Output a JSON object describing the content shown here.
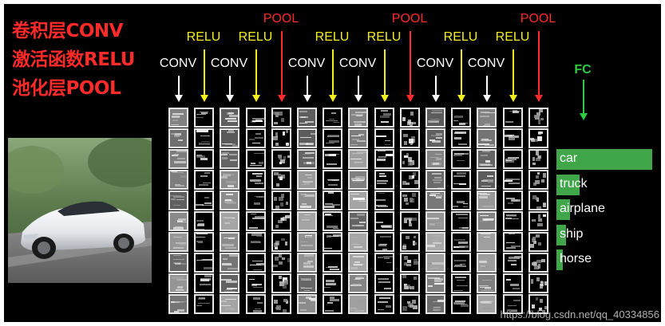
{
  "legend": {
    "conv": "卷积层CONV",
    "relu": "激活函数RELU",
    "pool": "池化层POOL"
  },
  "colors": {
    "conv": "#ffffff",
    "relu": "#f5ef1e",
    "pool": "#ff2a2a",
    "fc": "#2ecc40",
    "bar": "#3fa64a"
  },
  "input_image": "photo of a white sports car on a road",
  "layers": [
    {
      "label": "CONV",
      "type": "conv"
    },
    {
      "label": "RELU",
      "type": "relu"
    },
    {
      "label": "CONV",
      "type": "conv"
    },
    {
      "label": "RELU",
      "type": "relu"
    },
    {
      "label": "POOL",
      "type": "pool"
    },
    {
      "label": "CONV",
      "type": "conv"
    },
    {
      "label": "RELU",
      "type": "relu"
    },
    {
      "label": "CONV",
      "type": "conv"
    },
    {
      "label": "RELU",
      "type": "relu"
    },
    {
      "label": "POOL",
      "type": "pool"
    },
    {
      "label": "CONV",
      "type": "conv"
    },
    {
      "label": "RELU",
      "type": "relu"
    },
    {
      "label": "CONV",
      "type": "conv"
    },
    {
      "label": "RELU",
      "type": "relu"
    },
    {
      "label": "POOL",
      "type": "pool"
    }
  ],
  "fc": {
    "label": "FC"
  },
  "predictions": [
    {
      "label": "car",
      "score": 1.0
    },
    {
      "label": "truck",
      "score": 0.24
    },
    {
      "label": "airplane",
      "score": 0.14
    },
    {
      "label": "ship",
      "score": 0.1
    },
    {
      "label": "horse",
      "score": 0.07
    }
  ],
  "watermark": "https://blog.csdn.net/qq_40334856"
}
